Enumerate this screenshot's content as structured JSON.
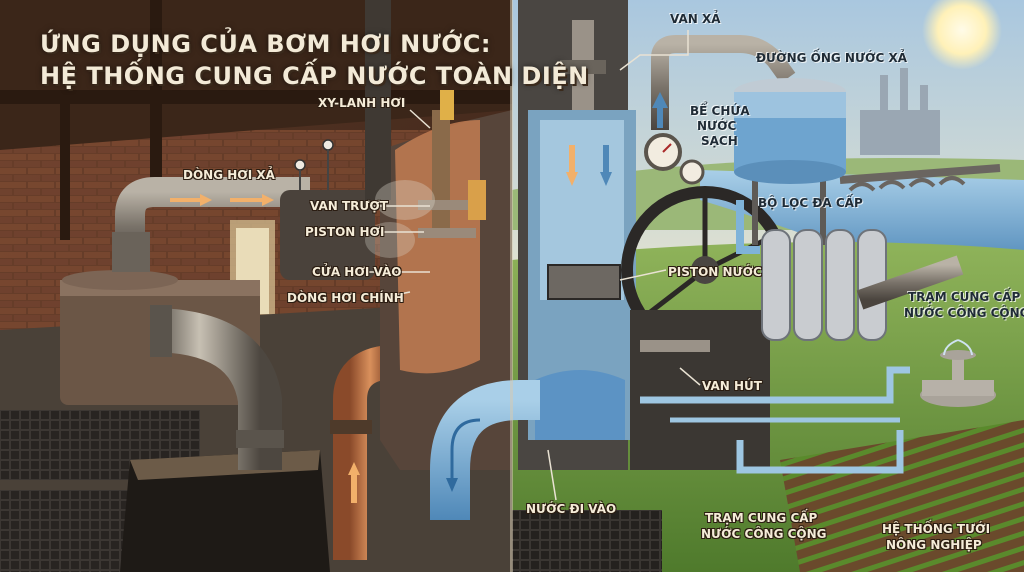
{
  "title": {
    "line1": "ỨNG DỤNG CỦA BƠM HƠI NƯỚC:",
    "line2": "HỆ THỐNG CUNG CẤP NƯỚC TOÀN DIỆN"
  },
  "labels": {
    "van_xa": "VAN XẢ",
    "duong_ong_nuoc_xa": "ĐƯỜNG ỐNG NƯỚC XẢ",
    "be_chua_1": "BỂ CHỨA",
    "be_chua_2": "NƯỚC",
    "be_chua_3": "SẠCH",
    "xy_lanh_hoi": "XY-LANH HƠI",
    "dong_hoi_xa": "DÒNG HƠI XẢ",
    "van_truot": "VAN TRƯỢT",
    "piston_hoi": "PISTON HƠI",
    "cua_hoi_vao": "CỬA HƠI VÀO",
    "dong_hoi_chinh": "DÒNG HƠI CHÍNH",
    "piston_nuoc": "PISTON NƯỚC",
    "bo_loc_da_cap": "BỘ LỌC ĐA CẤP",
    "tram_top_1": "TRẠM CUNG CẤP",
    "tram_top_2": "NƯỚC CÔNG CỘNG",
    "van_hut": "VAN HÚT",
    "nuoc_di_vao": "NƯỚC ĐI VÀO",
    "tram_bottom_1": "TRẠM CUNG CẤP",
    "tram_bottom_2": "NƯỚC CÔNG CỘNG",
    "he_thong_1": "HỆ THỐNG TƯỚI",
    "he_thong_2": "NÔNG NGHIỆP"
  },
  "colors": {
    "steam": "#d98a3a",
    "water": "#6fa8d6",
    "brick": "#7a4a30",
    "sky": "#b9d3e6"
  }
}
